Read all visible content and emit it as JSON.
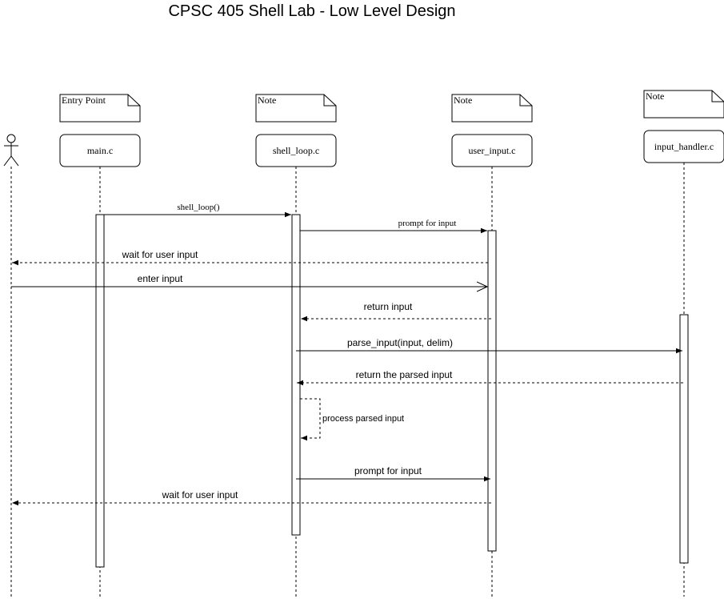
{
  "title": "CPSC 405 Shell Lab - Low Level Design",
  "notes": [
    "Entry Point",
    "Note",
    "Note",
    "Note"
  ],
  "participants": [
    "main.c",
    "shell_loop.c",
    "user_input.c",
    "input_handler.c"
  ],
  "messages": [
    "shell_loop()",
    "prompt for input",
    "wait for user input",
    "enter input",
    "return input",
    "parse_input(input, delim)",
    "return the parsed input",
    "process parsed input",
    "prompt for input",
    "wait for user input"
  ]
}
